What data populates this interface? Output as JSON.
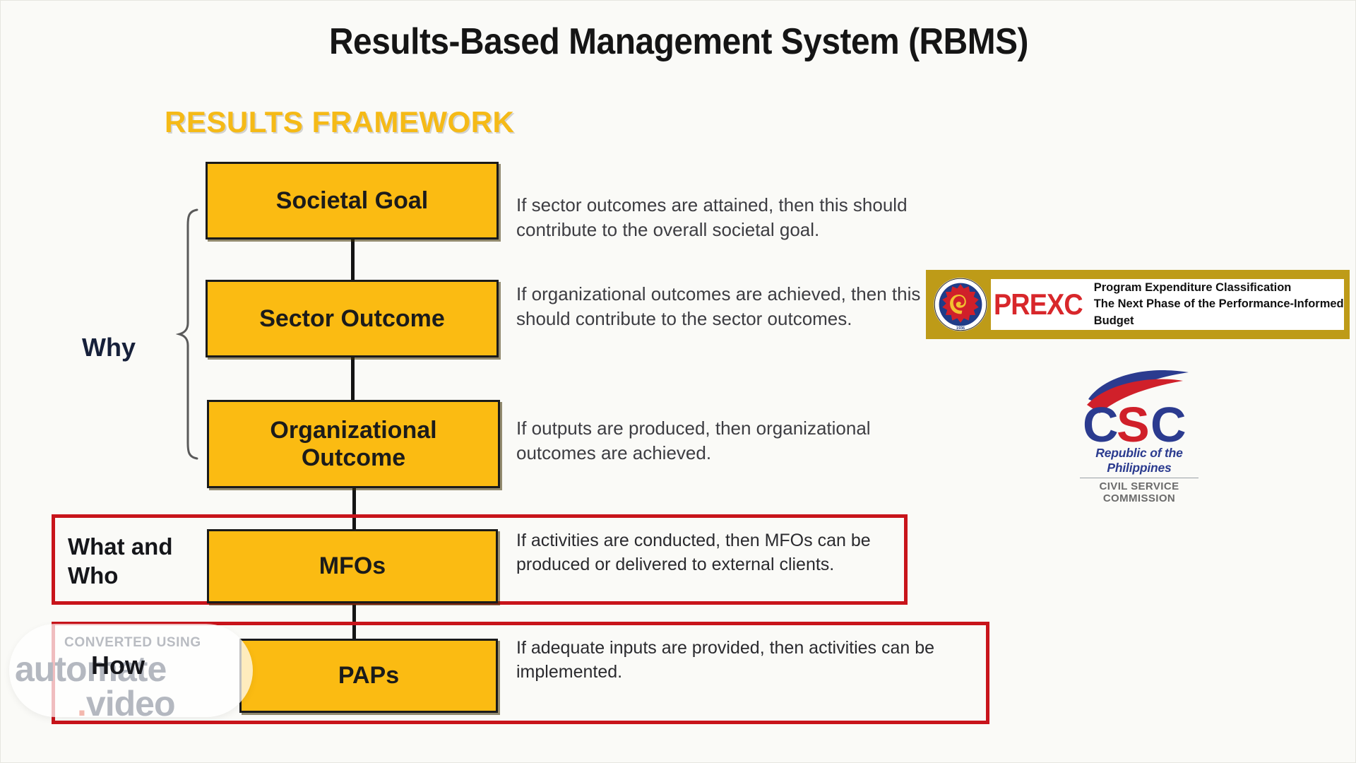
{
  "slide": {
    "title": "Results-Based Management System (RBMS)",
    "section_heading": "RESULTS FRAMEWORK",
    "background_color": "#FAFAF7"
  },
  "colors": {
    "node_fill": "#FBBB12",
    "node_border": "#1A1A1A",
    "heading_yellow": "#F5BA17",
    "highlight_red": "#C8141B",
    "prexc_gold": "#BE9B18",
    "prexc_red": "#D8272B",
    "csc_blue": "#2B3B8F",
    "csc_red": "#D0202A"
  },
  "side_labels": {
    "why": "Why",
    "what_and_who": "What and\nWho",
    "how": "How"
  },
  "flow": {
    "nodes": [
      {
        "id": "societal-goal",
        "label": "Societal Goal"
      },
      {
        "id": "sector-outcome",
        "label": "Sector Outcome"
      },
      {
        "id": "organizational-outcome",
        "label": "Organizational\nOutcome"
      },
      {
        "id": "mfos",
        "label": "MFOs"
      },
      {
        "id": "paps",
        "label": "PAPs"
      }
    ],
    "descriptions": [
      "If sector outcomes are attained, then this should contribute to the overall societal goal.",
      "If organizational outcomes are achieved, then this should contribute to the sector  outcomes.",
      "If outputs are produced, then organizational outcomes are achieved.",
      "If  activities are conducted, then MFOs can be produced or delivered to external clients.",
      "If adequate inputs are provided, then activities can be implemented."
    ]
  },
  "prexc": {
    "acronym": "PREXC",
    "line1": "Program Expenditure Classification",
    "line2": "The Next Phase of the Performance-Informed Budget",
    "seal_text": "DEPARTMENT OF BUDGET AND MANAGEMENT",
    "seal_year": "1936"
  },
  "csc": {
    "acronym": "CSC",
    "line1": "Republic of the Philippines",
    "line2": "CIVIL SERVICE COMMISSION"
  },
  "watermark": {
    "top": "CONVERTED USING",
    "main": "automate",
    "dot": ".",
    "bottom": "video"
  }
}
